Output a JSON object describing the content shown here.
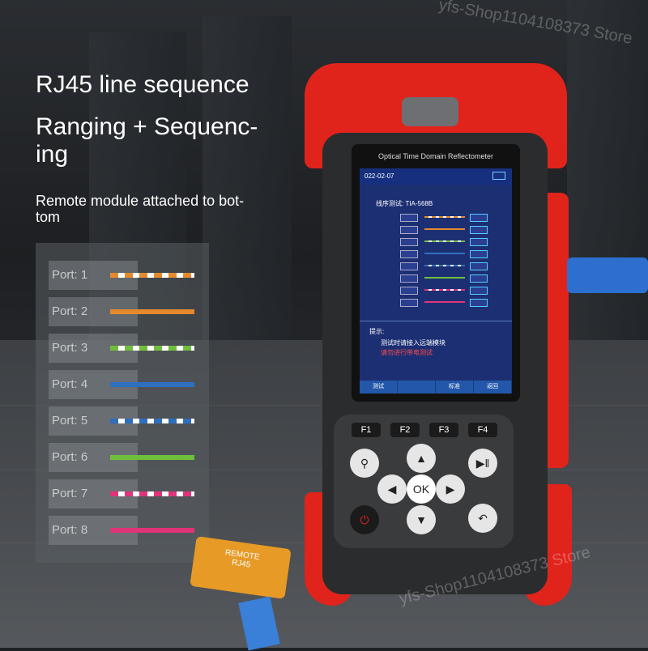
{
  "headline": {
    "line1": "RJ45 line sequence",
    "line2": "Ranging + Sequenc-",
    "line3": "ing"
  },
  "subline": {
    "line1": "Remote module attached to bot-",
    "line2": "tom"
  },
  "ports": [
    {
      "label": "Port: 1",
      "color": "#e58a2c",
      "striped": true
    },
    {
      "label": "Port: 2",
      "color": "#e58a2c",
      "striped": false
    },
    {
      "label": "Port: 3",
      "color": "#6fbf3c",
      "striped": true
    },
    {
      "label": "Port: 4",
      "color": "#2e6fbf",
      "striped": false
    },
    {
      "label": "Port: 5",
      "color": "#2e6fbf",
      "striped": true
    },
    {
      "label": "Port: 6",
      "color": "#6fbf3c",
      "striped": false
    },
    {
      "label": "Port: 7",
      "color": "#e0337a",
      "striped": true
    },
    {
      "label": "Port: 8",
      "color": "#e0337a",
      "striped": false
    }
  ],
  "device": {
    "title": "Optical Time Domain Reflectometer",
    "screen": {
      "date": "022-02-07",
      "test_label": "线序测试: TIA-568B",
      "hint_title": "提示:",
      "hint_line1": "测试时请接入远端模块",
      "hint_line2": "请勿进行带电测试",
      "bottom_buttons": [
        "测试",
        "",
        "标准",
        "返回"
      ]
    },
    "fkeys": [
      "F1",
      "F2",
      "F3",
      "F4"
    ],
    "ok_label": "OK"
  },
  "remote_module": {
    "line1": "REMOTE",
    "line2": "RJ45"
  },
  "watermarks": [
    "yfs-Shop1104108373 Store"
  ],
  "colors": {
    "accent_red": "#e0241c",
    "screen_blue": "#1d2f73"
  }
}
